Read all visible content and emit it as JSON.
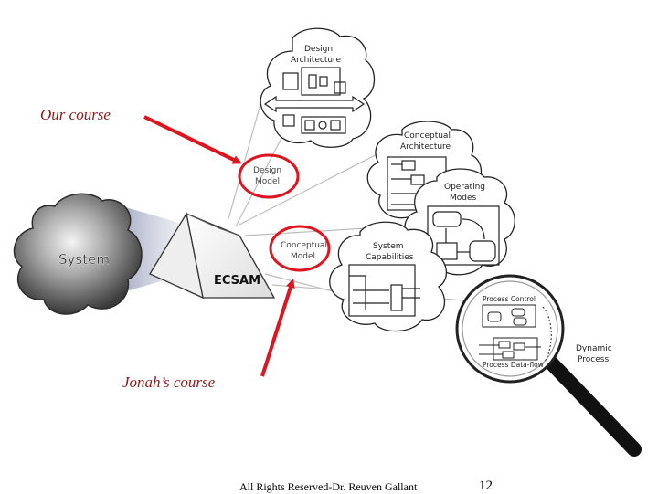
{
  "callouts": {
    "our_course": "Our course",
    "jonahs_course": "Jonah’s course"
  },
  "diagram": {
    "system_label": "System",
    "ecsam_label": "ECSAM",
    "design_model": [
      "Design",
      "Model"
    ],
    "conceptual_model": [
      "Conceptual",
      "Model"
    ],
    "design_architecture": [
      "Design",
      "Architecture"
    ],
    "conceptual_architecture": [
      "Conceptual",
      "Architecture"
    ],
    "operating_modes": [
      "Operating",
      "Modes"
    ],
    "system_capabilities": [
      "System",
      "Capabilities"
    ],
    "process_control": "Process Control",
    "process_dataflow": "Process Data-flow",
    "dynamic_process": [
      "Dynamic",
      "Process"
    ]
  },
  "colors": {
    "highlight_red": "#e0141e",
    "callout_text": "#8b1a1a"
  },
  "footer": {
    "copyright": "All Rights Reserved-Dr. Reuven Gallant",
    "page_number": "12"
  }
}
